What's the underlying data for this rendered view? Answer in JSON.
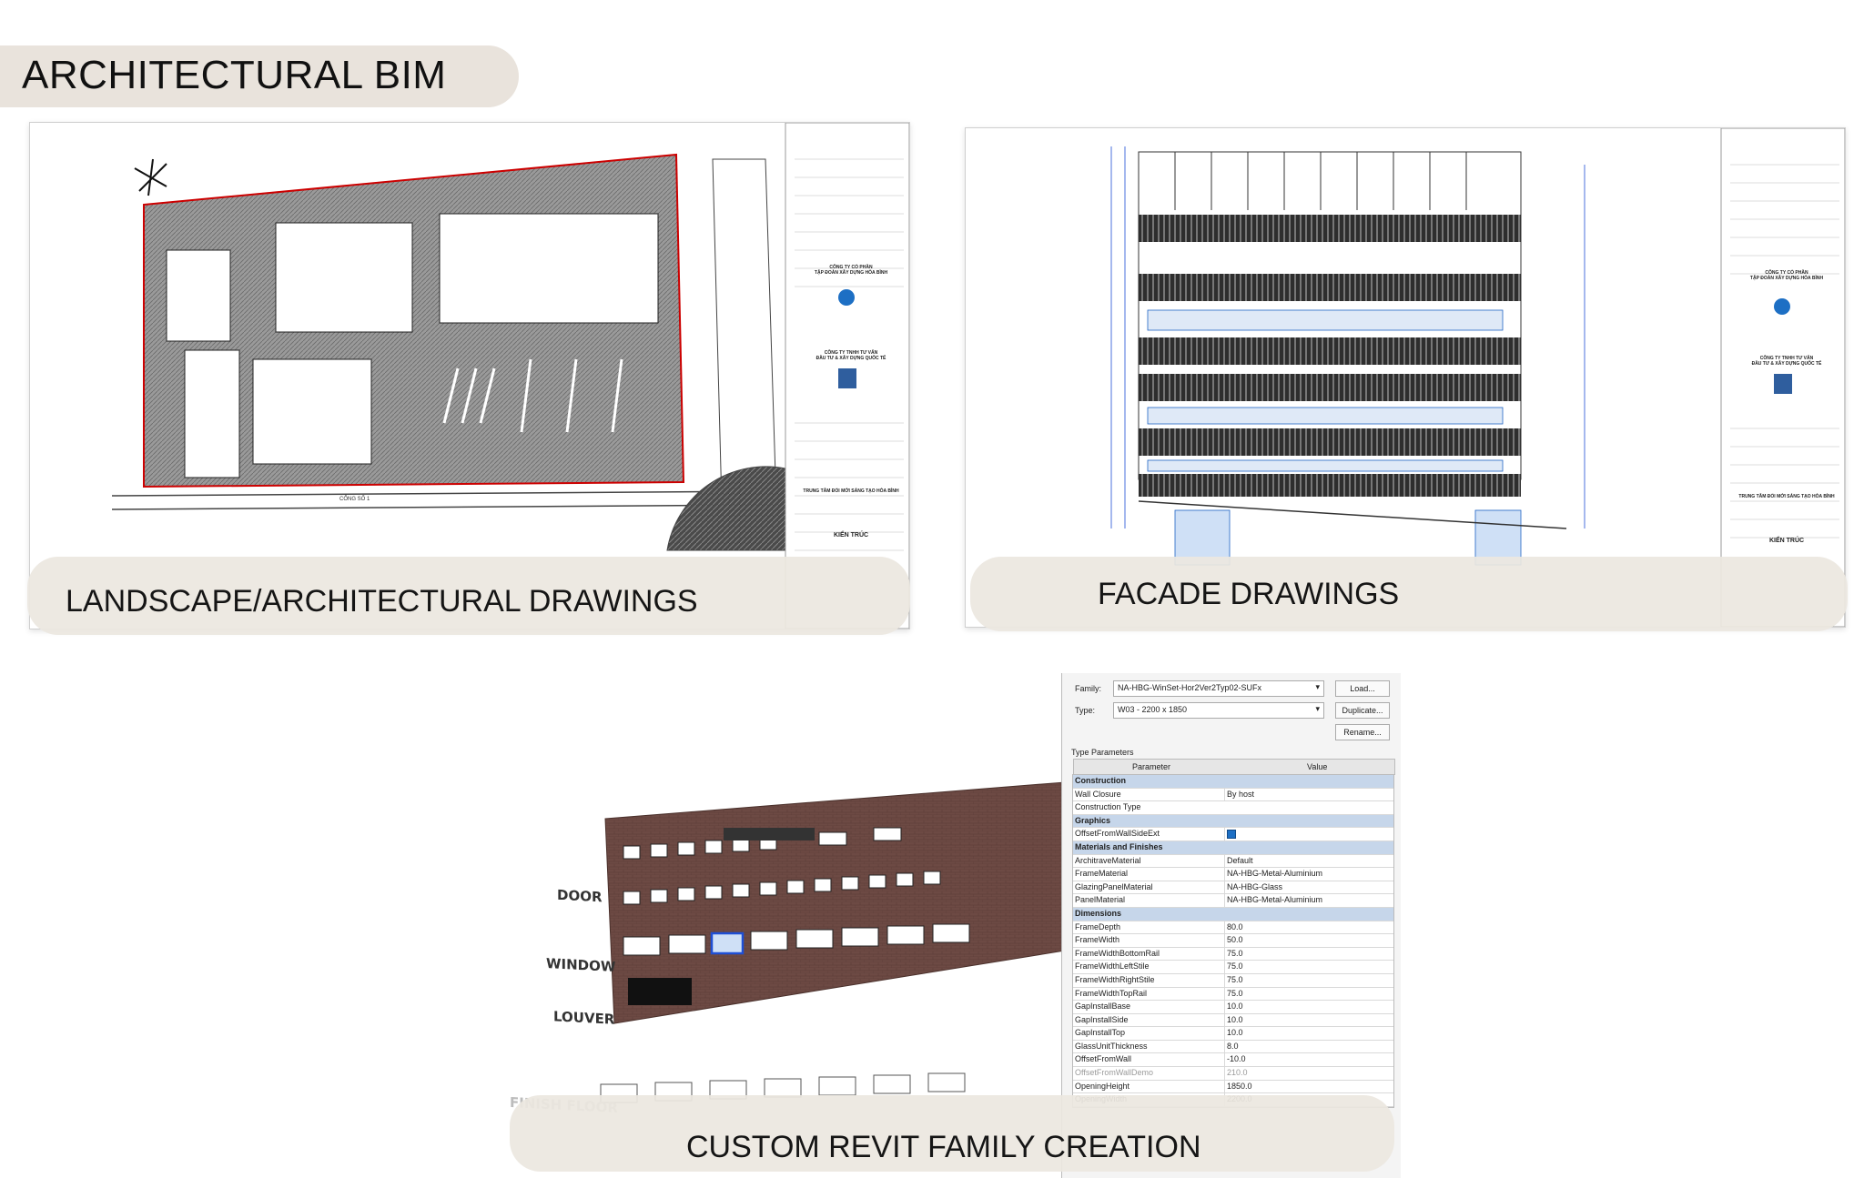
{
  "page": {
    "title": "ARCHITECTURAL BIM",
    "accent_color": "#e9e3dc"
  },
  "panels": [
    {
      "id": "landscape",
      "caption": "LANDSCAPE/ARCHITECTURAL DRAWINGS"
    },
    {
      "id": "facade",
      "caption": "FACADE DRAWINGS"
    },
    {
      "id": "revit",
      "caption": "CUSTOM REVIT FAMILY CREATION"
    }
  ],
  "title_block": {
    "company1_line1": "CÔNG TY CỔ PHẦN",
    "company1_line2": "TẬP ĐOÀN XÂY DỰNG HÒA BÌNH",
    "company2_line1": "CÔNG TY TNHH TƯ VẤN",
    "company2_line2": "ĐẦU TƯ & XÂY DỰNG QUỐC TẾ",
    "project": "TRUNG TÂM ĐỔI MỚI SÁNG TẠO HÒA BÌNH",
    "discipline": "KIẾN TRÚC",
    "logo_icon": "hoa-binh-logo"
  },
  "revit_model": {
    "tags": [
      "DOOR",
      "WINDOW",
      "LOUVER",
      "FINISH FLOOR"
    ],
    "brick_color": "#6d4a44"
  },
  "revit_dialog": {
    "family_label": "Family:",
    "family_value": "NA-HBG-WinSet-Hor2Ver2Typ02-SUFx",
    "type_label": "Type:",
    "type_value": "W03 - 2200 x 1850",
    "load_button": "Load...",
    "duplicate_button": "Duplicate...",
    "rename_button": "Rename...",
    "type_parameters_label": "Type Parameters",
    "col_parameter": "Parameter",
    "col_value": "Value",
    "rows": [
      {
        "kind": "group",
        "parameter": "Construction",
        "value": ""
      },
      {
        "kind": "row",
        "parameter": "Wall Closure",
        "value": "By host"
      },
      {
        "kind": "row",
        "parameter": "Construction Type",
        "value": ""
      },
      {
        "kind": "group",
        "parameter": "Graphics",
        "value": ""
      },
      {
        "kind": "check",
        "parameter": "OffsetFromWallSideExt",
        "value": ""
      },
      {
        "kind": "group",
        "parameter": "Materials and Finishes",
        "value": ""
      },
      {
        "kind": "row",
        "parameter": "ArchitraveMaterial",
        "value": "Default"
      },
      {
        "kind": "row",
        "parameter": "FrameMaterial",
        "value": "NA-HBG-Metal-Aluminium"
      },
      {
        "kind": "row",
        "parameter": "GlazingPanelMaterial",
        "value": "NA-HBG-Glass"
      },
      {
        "kind": "row",
        "parameter": "PanelMaterial",
        "value": "NA-HBG-Metal-Aluminium"
      },
      {
        "kind": "group",
        "parameter": "Dimensions",
        "value": ""
      },
      {
        "kind": "row",
        "parameter": "FrameDepth",
        "value": "80.0"
      },
      {
        "kind": "row",
        "parameter": "FrameWidth",
        "value": "50.0"
      },
      {
        "kind": "row",
        "parameter": "FrameWidthBottomRail",
        "value": "75.0"
      },
      {
        "kind": "row",
        "parameter": "FrameWidthLeftStile",
        "value": "75.0"
      },
      {
        "kind": "row",
        "parameter": "FrameWidthRightStile",
        "value": "75.0"
      },
      {
        "kind": "row",
        "parameter": "FrameWidthTopRail",
        "value": "75.0"
      },
      {
        "kind": "row",
        "parameter": "GapInstallBase",
        "value": "10.0"
      },
      {
        "kind": "row",
        "parameter": "GapInstallSide",
        "value": "10.0"
      },
      {
        "kind": "row",
        "parameter": "GapInstallTop",
        "value": "10.0"
      },
      {
        "kind": "row",
        "parameter": "GlassUnitThickness",
        "value": "8.0"
      },
      {
        "kind": "row",
        "parameter": "OffsetFromWall",
        "value": "-10.0"
      },
      {
        "kind": "dim",
        "parameter": "OffsetFromWallDemo",
        "value": "210.0"
      },
      {
        "kind": "row",
        "parameter": "OpeningHeight",
        "value": "1850.0"
      },
      {
        "kind": "row",
        "parameter": "OpeningWidth",
        "value": "2200.0"
      }
    ]
  }
}
